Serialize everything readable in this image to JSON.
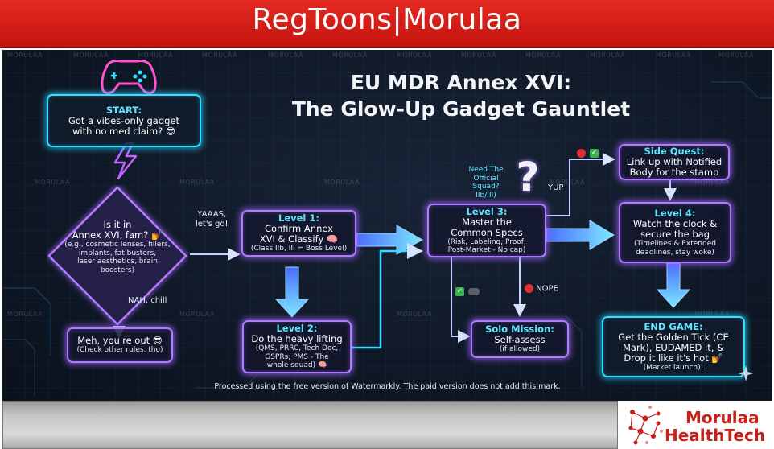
{
  "banner": {
    "title": "RegToons|Morulaa"
  },
  "diagram": {
    "title_line1": "EU MDR Annex XVI:",
    "title_line2": "The Glow-Up Gadget Gauntlet",
    "watermark": "MORULAA",
    "watermark_note": "Processed using the free version of Watermarkly. The paid version does not add this mark.",
    "start": {
      "head": "START:",
      "line1": "Got a vibes-only gadget",
      "line2": "with no med claim? 😎"
    },
    "decision": {
      "line1": "Is it in",
      "line2": "Annex XVI, fam? 💅",
      "sub1": "(e.g., cosmetic lenses, fillers,",
      "sub2": "implants, fat busters,",
      "sub3": "laser aesthetics, brain",
      "sub4": "boosters)"
    },
    "yes_label": {
      "line1": "YAAAS,",
      "line2": "let's go!"
    },
    "no_label": "NAH, chill",
    "out": {
      "line1": "Meh, you're out 😎",
      "line2": "(Check other rules, tho)"
    },
    "level1": {
      "head": "Level 1:",
      "line1": "Confirm Annex",
      "line2": "XVI & Classify 🧠",
      "sub": "(Class IIb, III = Boss Level)"
    },
    "level2": {
      "head": "Level 2:",
      "line1": "Do the heavy lifting",
      "sub1": "(QMS, PRRC, Tech Doc,",
      "sub2": "GSPRs, PMS - The",
      "sub3": "whole squad) 🧠"
    },
    "level3": {
      "head": "Level 3:",
      "line1": "Master the",
      "line2": "Common Specs",
      "sub1": "(Risk, Labeling, Proof,",
      "sub2": "Post-Market - No cap)"
    },
    "squad_question": {
      "line1": "Need The",
      "line2": "Official",
      "line3": "Squad?",
      "line4": "IIb/III)"
    },
    "yup_label": "YUP",
    "nope_label": "NOPE",
    "side_quest": {
      "head": "Side Quest:",
      "line1": "Link up with Notified",
      "line2": "Body for the stamp"
    },
    "level4": {
      "head": "Level 4:",
      "line1": "Watch the clock &",
      "line2": "secure the bag",
      "sub1": "(Timelines & Extended",
      "sub2": "deadlines, stay woke)"
    },
    "solo": {
      "head": "Solo Mission:",
      "line1": "Self-assess",
      "sub": "(if allowed)"
    },
    "end_game": {
      "head": "END GAME:",
      "line1": "Get the Golden Tick (CE",
      "line2": "Mark), EUDAMED it, &",
      "line3": "Drop it like it's hot 💅",
      "sub": "(Market launch)!"
    }
  },
  "logo": {
    "line1": "Morulaa",
    "line2": "HealthTech"
  },
  "colors": {
    "banner": "#d81f18",
    "board": "#0f1826",
    "cyan": "#33e0ff",
    "purple": "#b07cff",
    "logo_red": "#c8201a"
  },
  "icons": [
    "gamepad-icon",
    "lightning-icon",
    "question-mark-icon",
    "check-badge-icon",
    "stop-badge-icon",
    "sparkle-icon",
    "molecule-logo-icon"
  ]
}
